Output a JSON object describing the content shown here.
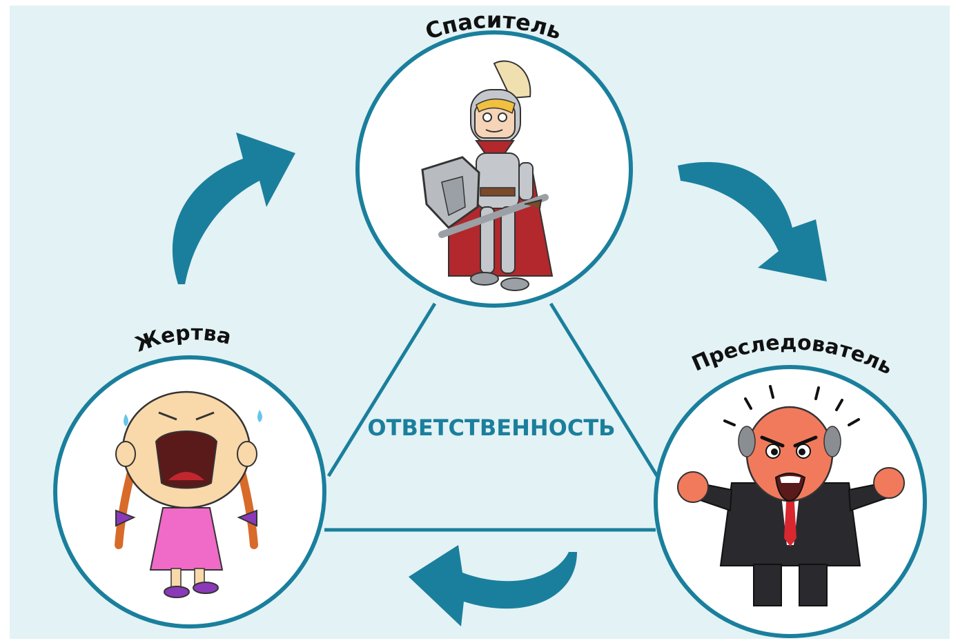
{
  "diagram": {
    "center_label": "ОТВЕТСТВЕННОСТЬ",
    "roles": {
      "rescuer": {
        "label": "Спаситель",
        "figure": "knight-illustration"
      },
      "victim": {
        "label": "Жертва",
        "figure": "crying-girl-illustration"
      },
      "persecutor": {
        "label": "Преследователь",
        "figure": "angry-man-illustration"
      }
    }
  },
  "colors": {
    "background": "#e3f2f5",
    "accent": "#1a7f9c",
    "circle_fill": "#ffffff"
  }
}
